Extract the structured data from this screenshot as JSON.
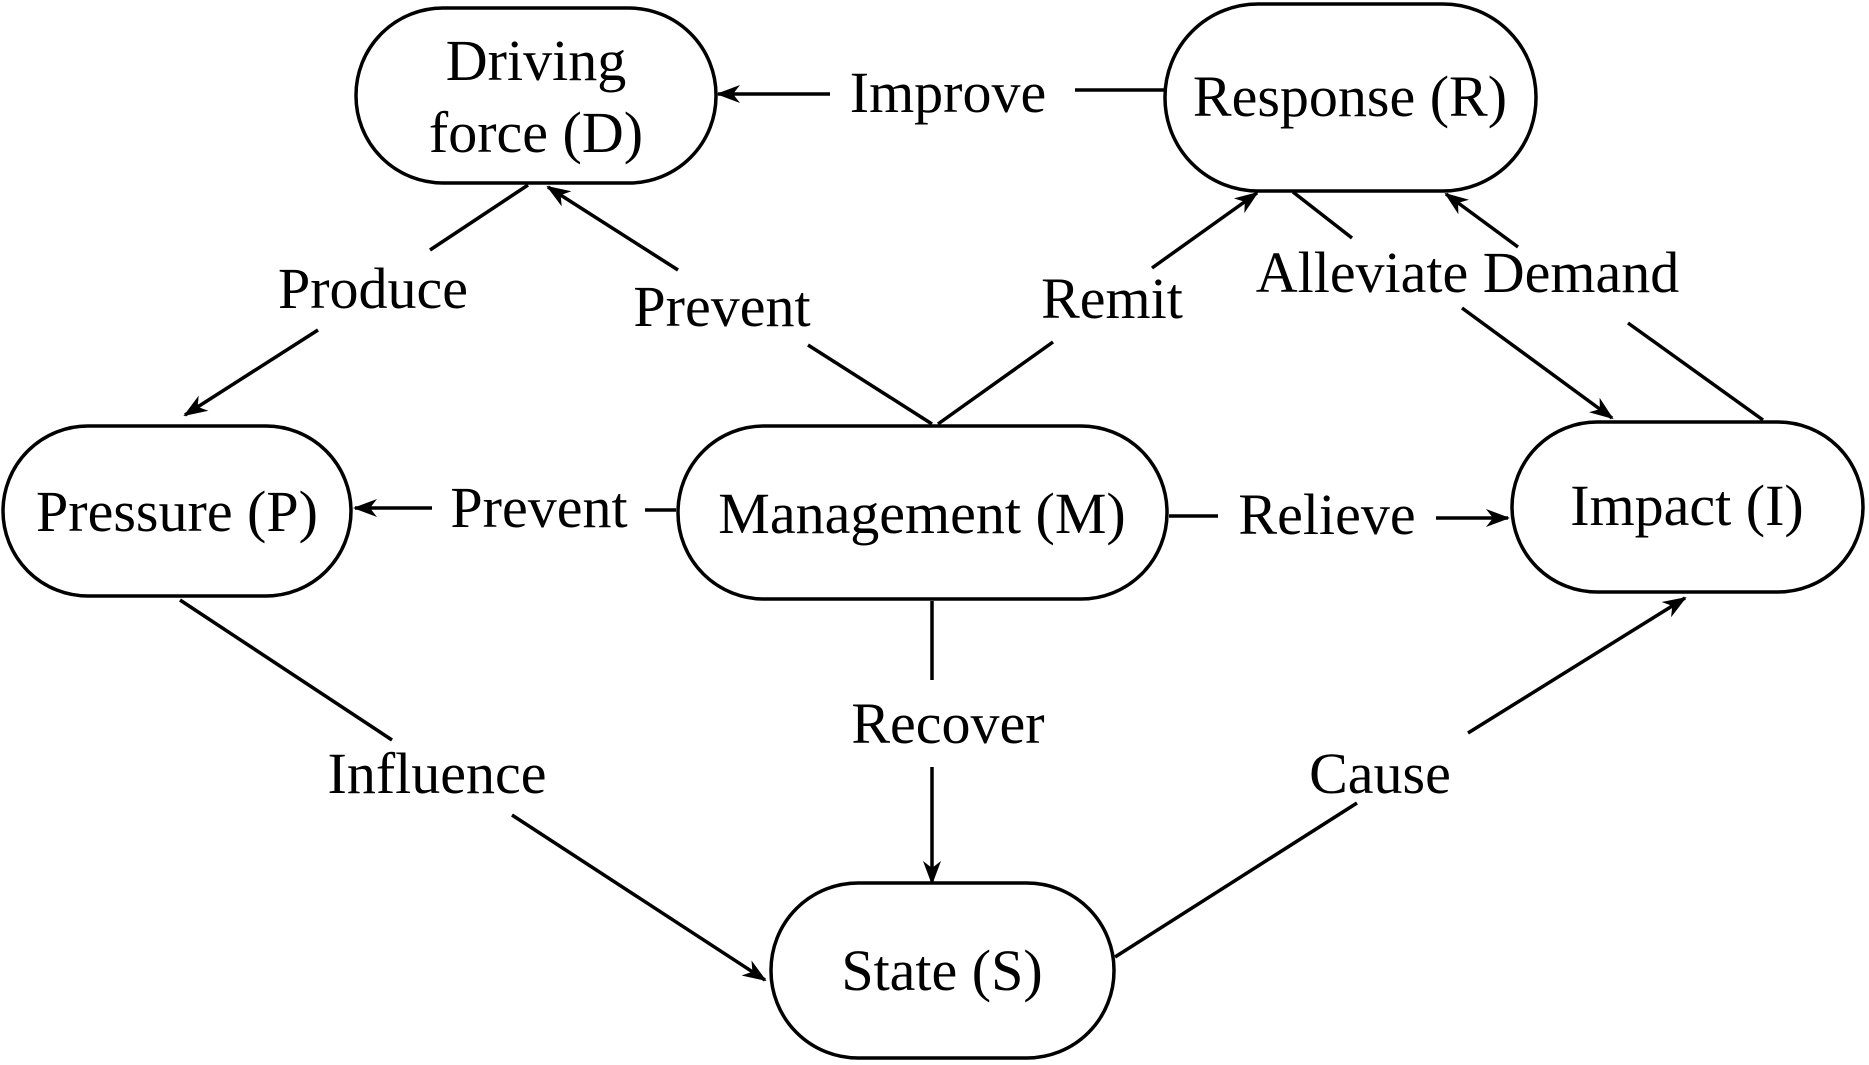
{
  "nodes": {
    "driving_force": {
      "line1": "Driving",
      "line2": "force (D)"
    },
    "response": {
      "label": "Response (R)"
    },
    "pressure": {
      "label": "Pressure (P)"
    },
    "management": {
      "label": "Management (M)"
    },
    "impact": {
      "label": "Impact (I)"
    },
    "state": {
      "label": "State (S)"
    }
  },
  "edges": {
    "improve": "Improve",
    "produce": "Produce",
    "prevent_driving": "Prevent",
    "remit": "Remit",
    "alleviate": "Alleviate",
    "demand": "Demand",
    "prevent_pressure": "Prevent",
    "relieve": "Relieve",
    "recover": "Recover",
    "influence": "Influence",
    "cause": "Cause"
  }
}
